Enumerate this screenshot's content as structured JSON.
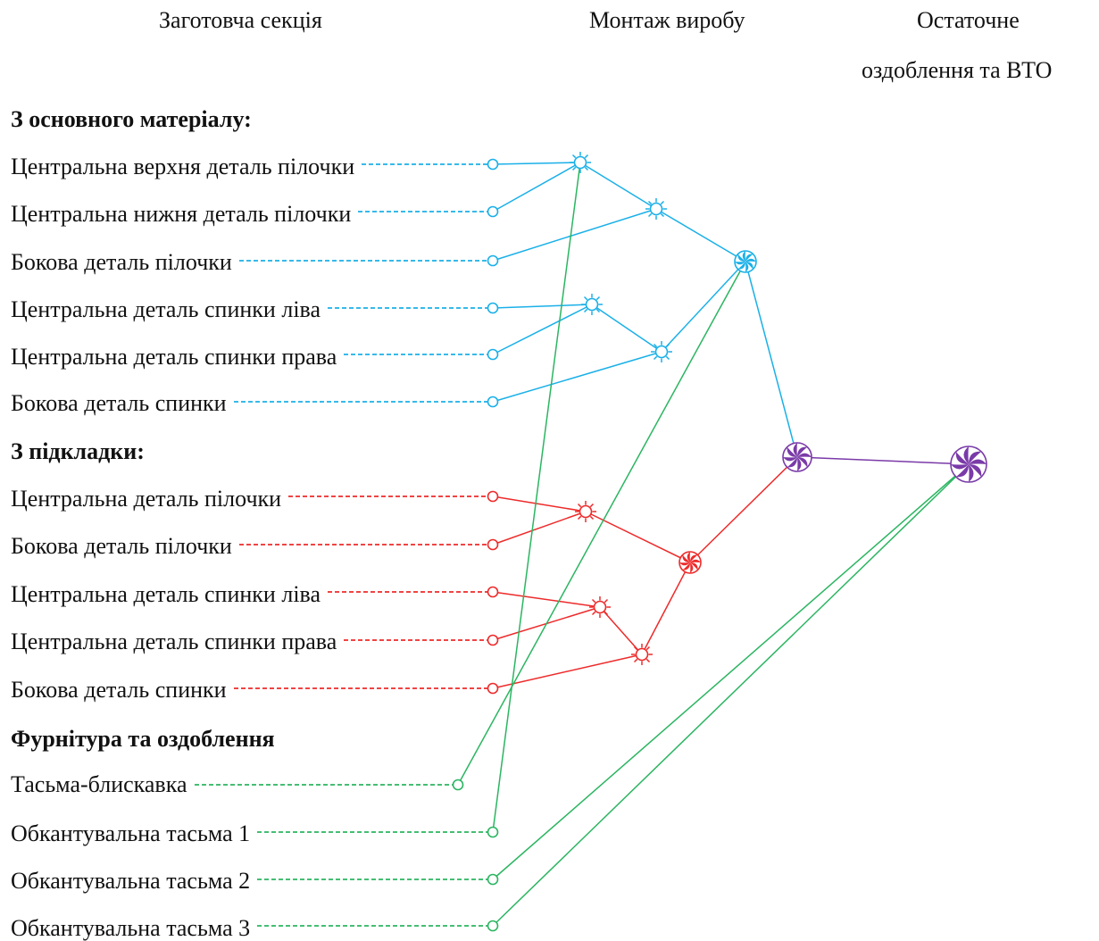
{
  "header": {
    "col1": "Заготовча секція",
    "col2": "Монтаж виробу",
    "col3_line1": "Остаточне",
    "col3_line2": "оздоблення та ВТО"
  },
  "sections": {
    "main": "З основного матеріалу:",
    "lining": "З підкладки:",
    "fittings": "Фурнітура та оздоблення"
  },
  "items": {
    "main": [
      "Центральна верхня деталь пілочки",
      "Центральна нижня деталь пілочки",
      "Бокова деталь пілочки",
      "Центральна деталь спинки ліва",
      "Центральна деталь спинки права",
      "Бокова деталь спинки"
    ],
    "lining": [
      "Центральна деталь пілочки",
      "Бокова деталь пілочки",
      "Центральна деталь спинки ліва",
      "Центральна деталь спинки права",
      "Бокова деталь спинки"
    ],
    "fittings": [
      "Тасьма-блискавка",
      "Обкантувальна тасьма 1",
      "Обкантувальна тасьма 2",
      "Обкантувальна тасьма 3"
    ]
  },
  "colors": {
    "main": "#1ab0e8",
    "lining": "#ee2a2a",
    "fittings": "#2bb561",
    "final": "#7a3aa8"
  },
  "node_types": {
    "simple_assembly": "sun-icon",
    "combined_assembly": "swirl-icon",
    "component": "open-circle-icon"
  }
}
